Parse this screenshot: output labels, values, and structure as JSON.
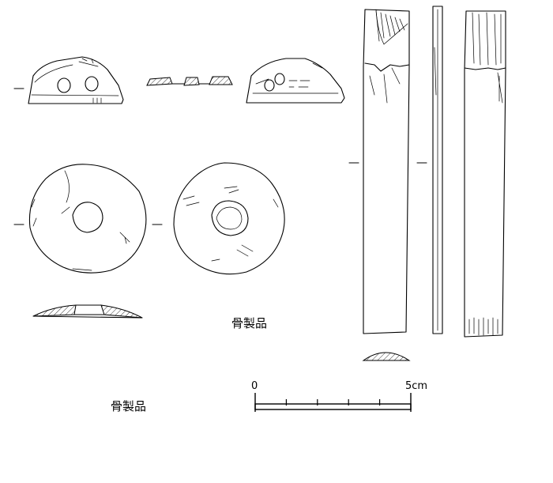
{
  "labels": {
    "center": "骨製品",
    "bottom": "骨製品"
  },
  "scale": {
    "zero": "0",
    "five": "5cm",
    "divisions": 5
  },
  "colors": {
    "ink": "#000000",
    "paper": "#ffffff"
  }
}
